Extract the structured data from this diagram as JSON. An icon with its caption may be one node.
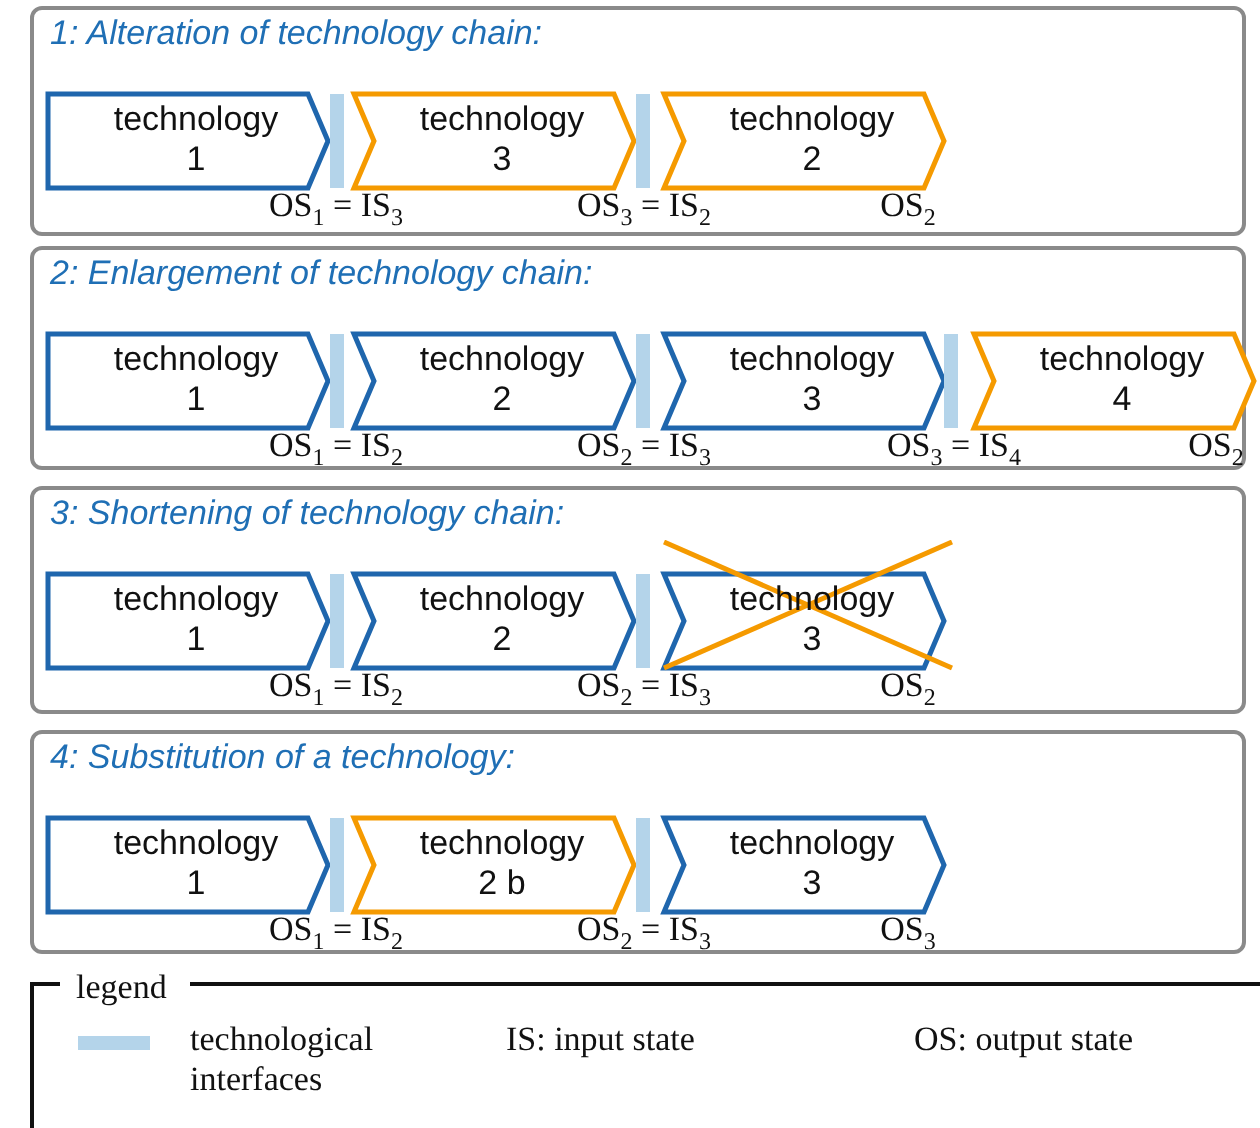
{
  "diagram": {
    "nodes": [
      {
        "text": [
          "1: Alteration of technology chain:"
        ]
      },
      {
        "text": [
          "technology 1"
        ],
        "in": 0
      },
      {
        "text": [
          "technology 3"
        ],
        "in": 0
      },
      {
        "text": [
          "technology 2"
        ],
        "in": 0
      },
      {
        "text": [
          "2: Enlargement of technology chain:"
        ]
      },
      {
        "text": [
          "technology 1"
        ],
        "in": 4
      },
      {
        "text": [
          "technology 2"
        ],
        "in": 4
      },
      {
        "text": [
          "technology 3"
        ],
        "in": 4
      },
      {
        "text": [
          "technology 4"
        ],
        "in": 4
      },
      {
        "text": [
          "3: Shortening of technology chain:"
        ]
      },
      {
        "text": [
          "technology 1"
        ],
        "in": 9
      },
      {
        "text": [
          "technology 2"
        ],
        "in": 9
      },
      {
        "text": [
          "technology 3"
        ],
        "in": 9
      },
      {
        "text": [
          "4: Substitution of a technology:"
        ]
      },
      {
        "text": [
          "technology 1"
        ],
        "in": 13
      },
      {
        "text": [
          "technology 2 b"
        ],
        "in": 13
      },
      {
        "text": [
          "technology 3"
        ],
        "in": 13
      }
    ],
    "labels": [
      "OS$_{1}$ = IS$_{3}$",
      "OS$_{3}$ = IS$_{2}$",
      "OS$_{2}$",
      "OS$_{1}$ = IS$_{2}$",
      "OS$_{2}$ = IS$_{3}$",
      "OS$_{3}$ = IS$_{4}$",
      "OS$_{2}$",
      "OS$_{1}$ = IS$_{2}$",
      "OS$_{2}$ = IS$_{3}$",
      "OS$_{2}$",
      "OS$_{1}$ = IS$_{2}$",
      "OS$_{2}$ = IS$_{3}$",
      "OS$_{3}$",
      "legend"
    ],
    "legend": [
      {
        "text": "technological interfaces",
        "color": "#b4d4ea"
      },
      {
        "text": "IS: input state"
      },
      {
        "text": "OS: output state"
      }
    ]
  }
}
